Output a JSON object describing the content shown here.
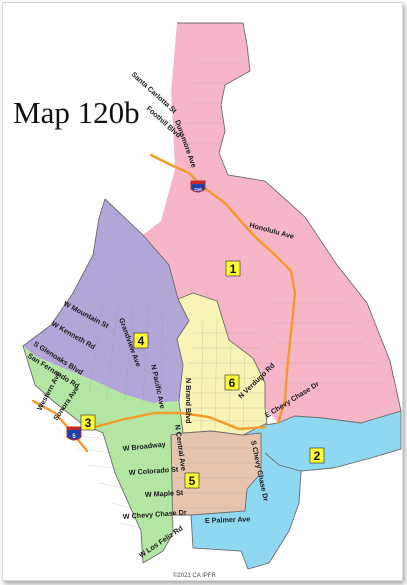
{
  "map": {
    "title": "Map 120b",
    "credit": "©2021 CA IPFR",
    "colors": {
      "district_1": "#f6b6c8",
      "district_2": "#8fd8f2",
      "district_3": "#b2e6a2",
      "district_4": "#b2a6d9",
      "district_5": "#e6c4ad",
      "district_6": "#f8f4b6",
      "freeway": "#f39a2a",
      "label_box": "#ffff33"
    },
    "districts": [
      {
        "number": "1"
      },
      {
        "number": "2"
      },
      {
        "number": "3"
      },
      {
        "number": "4"
      },
      {
        "number": "5"
      },
      {
        "number": "6"
      }
    ],
    "streets": [
      "Santa Carlotta St",
      "Foothill Blvd",
      "Dunsmore Ave",
      "Honolulu Ave",
      "W Mountain St",
      "W Kenneth Rd",
      "S Glenoaks Blvd",
      "San Fernando Rd",
      "Grandview Ave",
      "N Pacific Ave",
      "N Brand Blvd",
      "N Verdugo Rd",
      "Western Ave",
      "Sonora Ave",
      "N Central Ave",
      "E Chevy Chase Dr",
      "W Broadway",
      "W Colorado St",
      "S Chevy Chase Dr",
      "W Maple St",
      "W Chevy Chase Dr",
      "E Palmer Ave",
      "W Los Feliz Rd"
    ],
    "shields": [
      {
        "route": "210",
        "icon": "interstate-shield-icon"
      },
      {
        "route": "5",
        "icon": "interstate-shield-icon"
      }
    ]
  }
}
